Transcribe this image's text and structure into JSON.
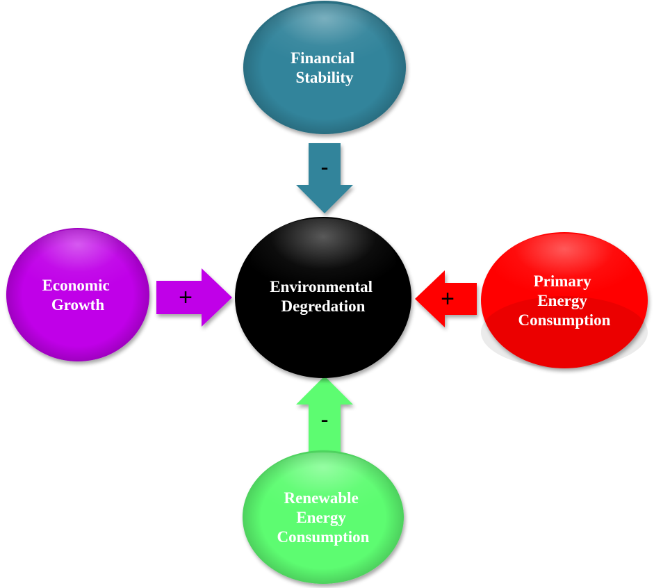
{
  "nodes": {
    "center": {
      "lines": [
        "Environmental",
        "Degredation"
      ],
      "fill": "#000000",
      "text_color": "#ffffff"
    },
    "top": {
      "lines": [
        "Financial",
        "Stability"
      ],
      "fill": "#31849b",
      "text_color": "#ffffff"
    },
    "left": {
      "lines": [
        "Economic",
        "Growth"
      ],
      "fill": "#c000e8",
      "text_color": "#ffffff"
    },
    "right": {
      "lines": [
        "Primary",
        "Energy",
        "Consumption"
      ],
      "fill": "#ff0000",
      "text_color": "#ffffff"
    },
    "bottom": {
      "lines": [
        "Renewable",
        "Energy",
        "Consumption"
      ],
      "fill": "#5dfc71",
      "text_color": "#ffffff"
    }
  },
  "arrows": {
    "top": {
      "sign": "-",
      "fill": "#31849b"
    },
    "left": {
      "sign": "+",
      "fill": "#c000e8"
    },
    "right": {
      "sign": "+",
      "fill": "#ff0000"
    },
    "bottom": {
      "sign": "-",
      "fill": "#5dfc71"
    }
  }
}
